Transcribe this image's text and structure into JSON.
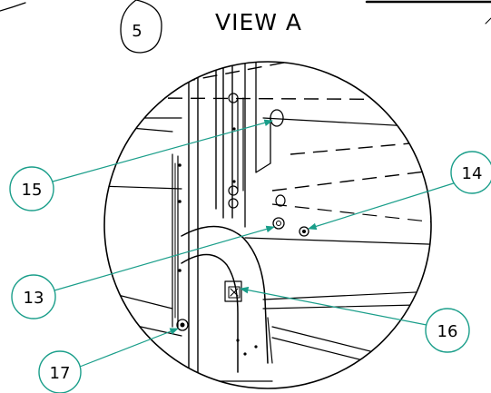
{
  "view": {
    "title": "VIEW A",
    "detail_callout": "5"
  },
  "callouts": [
    {
      "id": "c13",
      "label": "13"
    },
    {
      "id": "c14",
      "label": "14"
    },
    {
      "id": "c15",
      "label": "15"
    },
    {
      "id": "c16",
      "label": "16"
    },
    {
      "id": "c17",
      "label": "17"
    }
  ],
  "colors": {
    "leader": "#1a9e8a",
    "line": "#000000"
  }
}
